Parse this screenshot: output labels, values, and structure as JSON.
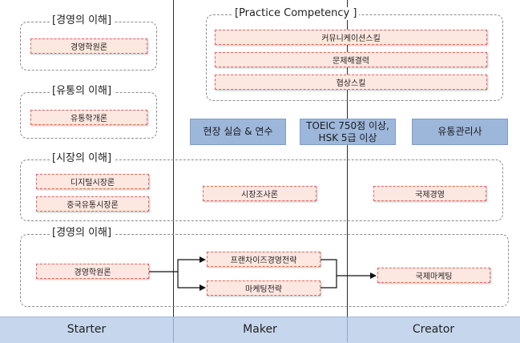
{
  "groups": {
    "starter_mgmt": {
      "label": "[경영의 이해]",
      "item": "경영학원론"
    },
    "starter_dist": {
      "label": "[유통의 이해]",
      "item": "유통학개론"
    },
    "practice": {
      "label": "[Practice Competency ]",
      "items": [
        "커뮤니케이션스킬",
        "문제해결력",
        "협상스킬"
      ]
    },
    "market": {
      "label": "[시장의 이해]",
      "items": [
        "디지털시장론",
        "중국유통시장론",
        "시장조사론",
        "국제경영"
      ]
    },
    "mgmt2": {
      "label": "[경영의 이해]",
      "items": [
        "경영학원론",
        "프랜차이즈경영전략",
        "마케팅전략",
        "국제마케팅"
      ]
    }
  },
  "blue_boxes": [
    "현장 실습 & 연수",
    "TOEIC 750점 이상,",
    "HSK 5급 이상",
    "유통관리사"
  ],
  "columns": [
    "Starter",
    "Maker",
    "Creator"
  ],
  "colors": {
    "course_fill": "#fde7e1",
    "course_border": "#e0665a",
    "highlight": "#9db7db",
    "footer": "#c6d6ec"
  }
}
